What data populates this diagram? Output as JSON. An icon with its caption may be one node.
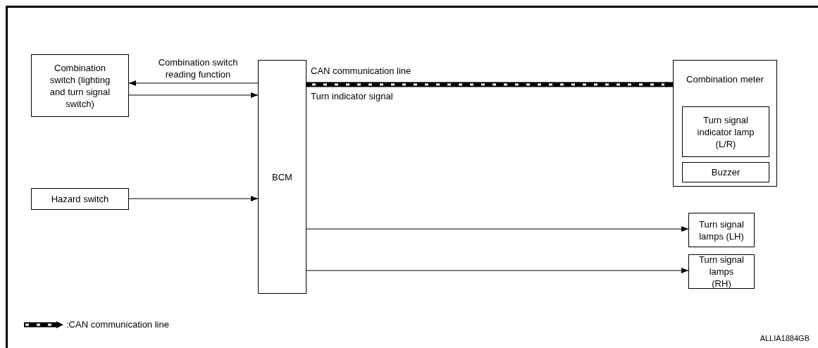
{
  "diagram": {
    "nodes": [
      {
        "text": [
          "Combination switch (lighting and turn signal switch)"
        ]
      },
      {
        "text": [
          "BCM"
        ]
      },
      {
        "text": [
          "Hazard switch"
        ]
      },
      {
        "text": [
          "Combination meter"
        ]
      },
      {
        "text": [
          "Turn signal indicator lamp (L/R)"
        ],
        "in": 3
      },
      {
        "text": [
          "Buzzer"
        ],
        "in": 3
      },
      {
        "text": [
          "Turn signal lamps (LH)"
        ]
      },
      {
        "text": [
          "Turn signal lamps (RH)"
        ]
      }
    ],
    "edges": [
      {
        "from": 1,
        "to": 0,
        "arrow": "to",
        "label": "Combination switch reading function"
      },
      {
        "from": 0,
        "to": 1,
        "arrow": "to"
      },
      {
        "from": 2,
        "to": 1,
        "arrow": "to"
      },
      {
        "from": 1,
        "to": 3,
        "arrow": "to",
        "style": "thick",
        "label": "Turn indicator signal"
      },
      {
        "from": 1,
        "to": 6,
        "arrow": "to"
      },
      {
        "from": 1,
        "to": 7,
        "arrow": "to"
      }
    ],
    "labels": [
      "CAN communication line",
      "ALLIA1884GB"
    ],
    "legend": [
      {
        "text": ":CAN communication line"
      }
    ]
  }
}
